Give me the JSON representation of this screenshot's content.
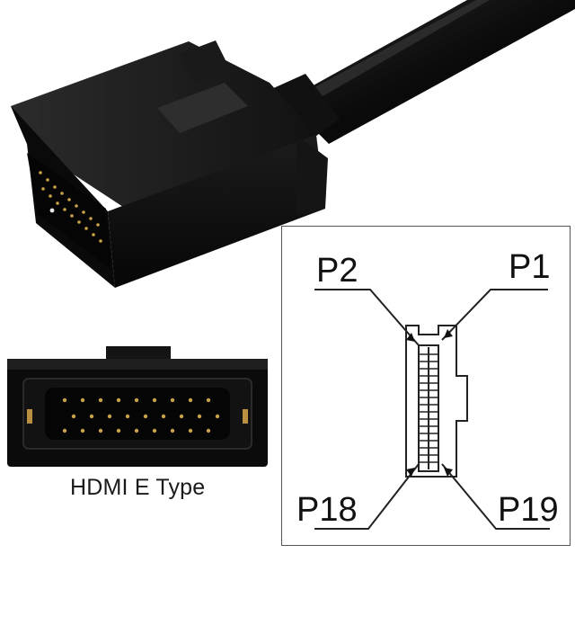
{
  "caption": "HDMI E Type",
  "pins": {
    "p1": "P1",
    "p2": "P2",
    "p18": "P18",
    "p19": "P19"
  },
  "colors": {
    "connector_body": "#0d0d0d",
    "contacts": "#c8a24a",
    "diagram_line": "#222222"
  },
  "icons": [
    "hdmi-e-type-connector-photo",
    "connector-face-photo",
    "pinout-diagram"
  ]
}
